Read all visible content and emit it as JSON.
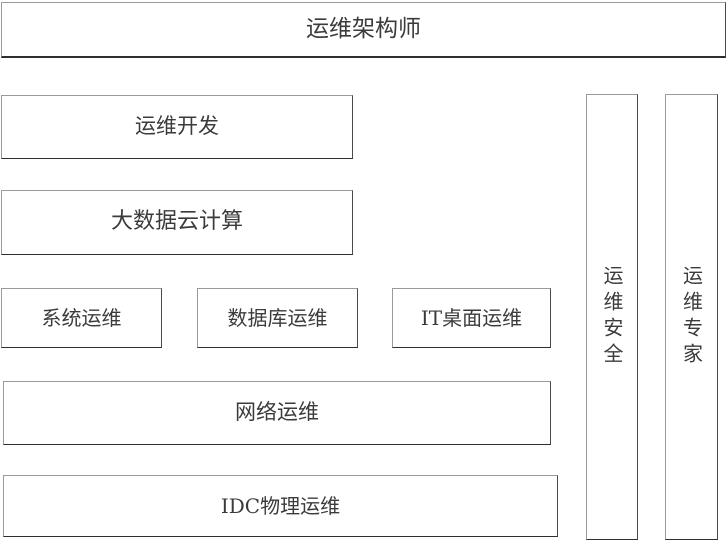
{
  "diagram": {
    "title_banner": {
      "label": "运维架构师"
    },
    "left_column": {
      "rows": [
        {
          "label": "运维开发"
        },
        {
          "label": "大数据云计算"
        }
      ],
      "split_row": [
        {
          "label": "系统运维"
        },
        {
          "label": "数据库运维"
        },
        {
          "label": "IT桌面运维"
        }
      ],
      "bottom_rows": [
        {
          "label": "网络运维"
        },
        {
          "label": "IDC物理运维"
        }
      ]
    },
    "right_columns": [
      {
        "label": "运维安全"
      },
      {
        "label": "运维专家"
      }
    ],
    "colors": {
      "text": "#3b3b3b",
      "border": "#9a9a9a",
      "border_shadow": "#2e2e2e",
      "background": "#ffffff"
    }
  }
}
